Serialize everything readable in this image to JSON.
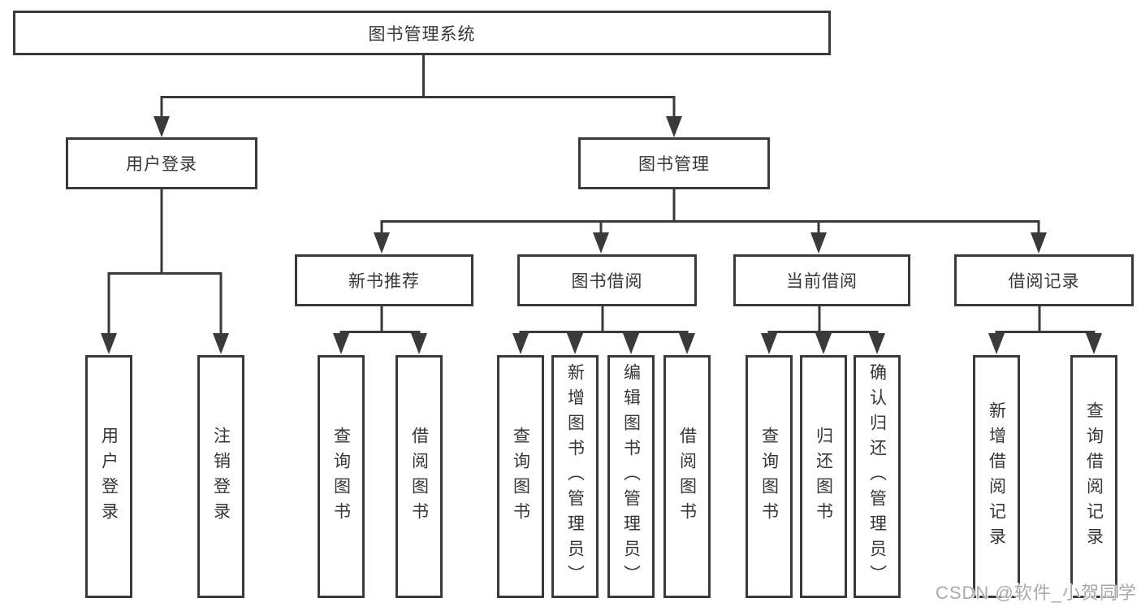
{
  "diagram_type": "hierarchy-tree",
  "tree": {
    "root": {
      "label": "图书管理系统",
      "children": [
        {
          "label": "用户登录",
          "children": [
            {
              "label": "用户登录"
            },
            {
              "label": "注销登录"
            }
          ]
        },
        {
          "label": "图书管理",
          "children": [
            {
              "label": "新书推荐",
              "children": [
                {
                  "label": "查询图书"
                },
                {
                  "label": "借阅图书"
                }
              ]
            },
            {
              "label": "图书借阅",
              "children": [
                {
                  "label": "查询图书"
                },
                {
                  "label": "新增图书（管理员）"
                },
                {
                  "label": "编辑图书（管理员）"
                },
                {
                  "label": "借阅图书"
                }
              ]
            },
            {
              "label": "当前借阅",
              "children": [
                {
                  "label": "查询图书"
                },
                {
                  "label": "归还图书"
                },
                {
                  "label": "确认归还（管理员）"
                }
              ]
            },
            {
              "label": "借阅记录",
              "children": [
                {
                  "label": "新增借阅记录"
                },
                {
                  "label": "查询借阅记录"
                }
              ]
            }
          ]
        }
      ]
    }
  },
  "watermark": {
    "text": "CSDN @软件_小贺同学"
  },
  "colors": {
    "line": "#3a3a3a",
    "box_border": "#3a3a3a",
    "text": "#363636",
    "watermark": "#a9a9a9",
    "background": "#ffffff"
  }
}
